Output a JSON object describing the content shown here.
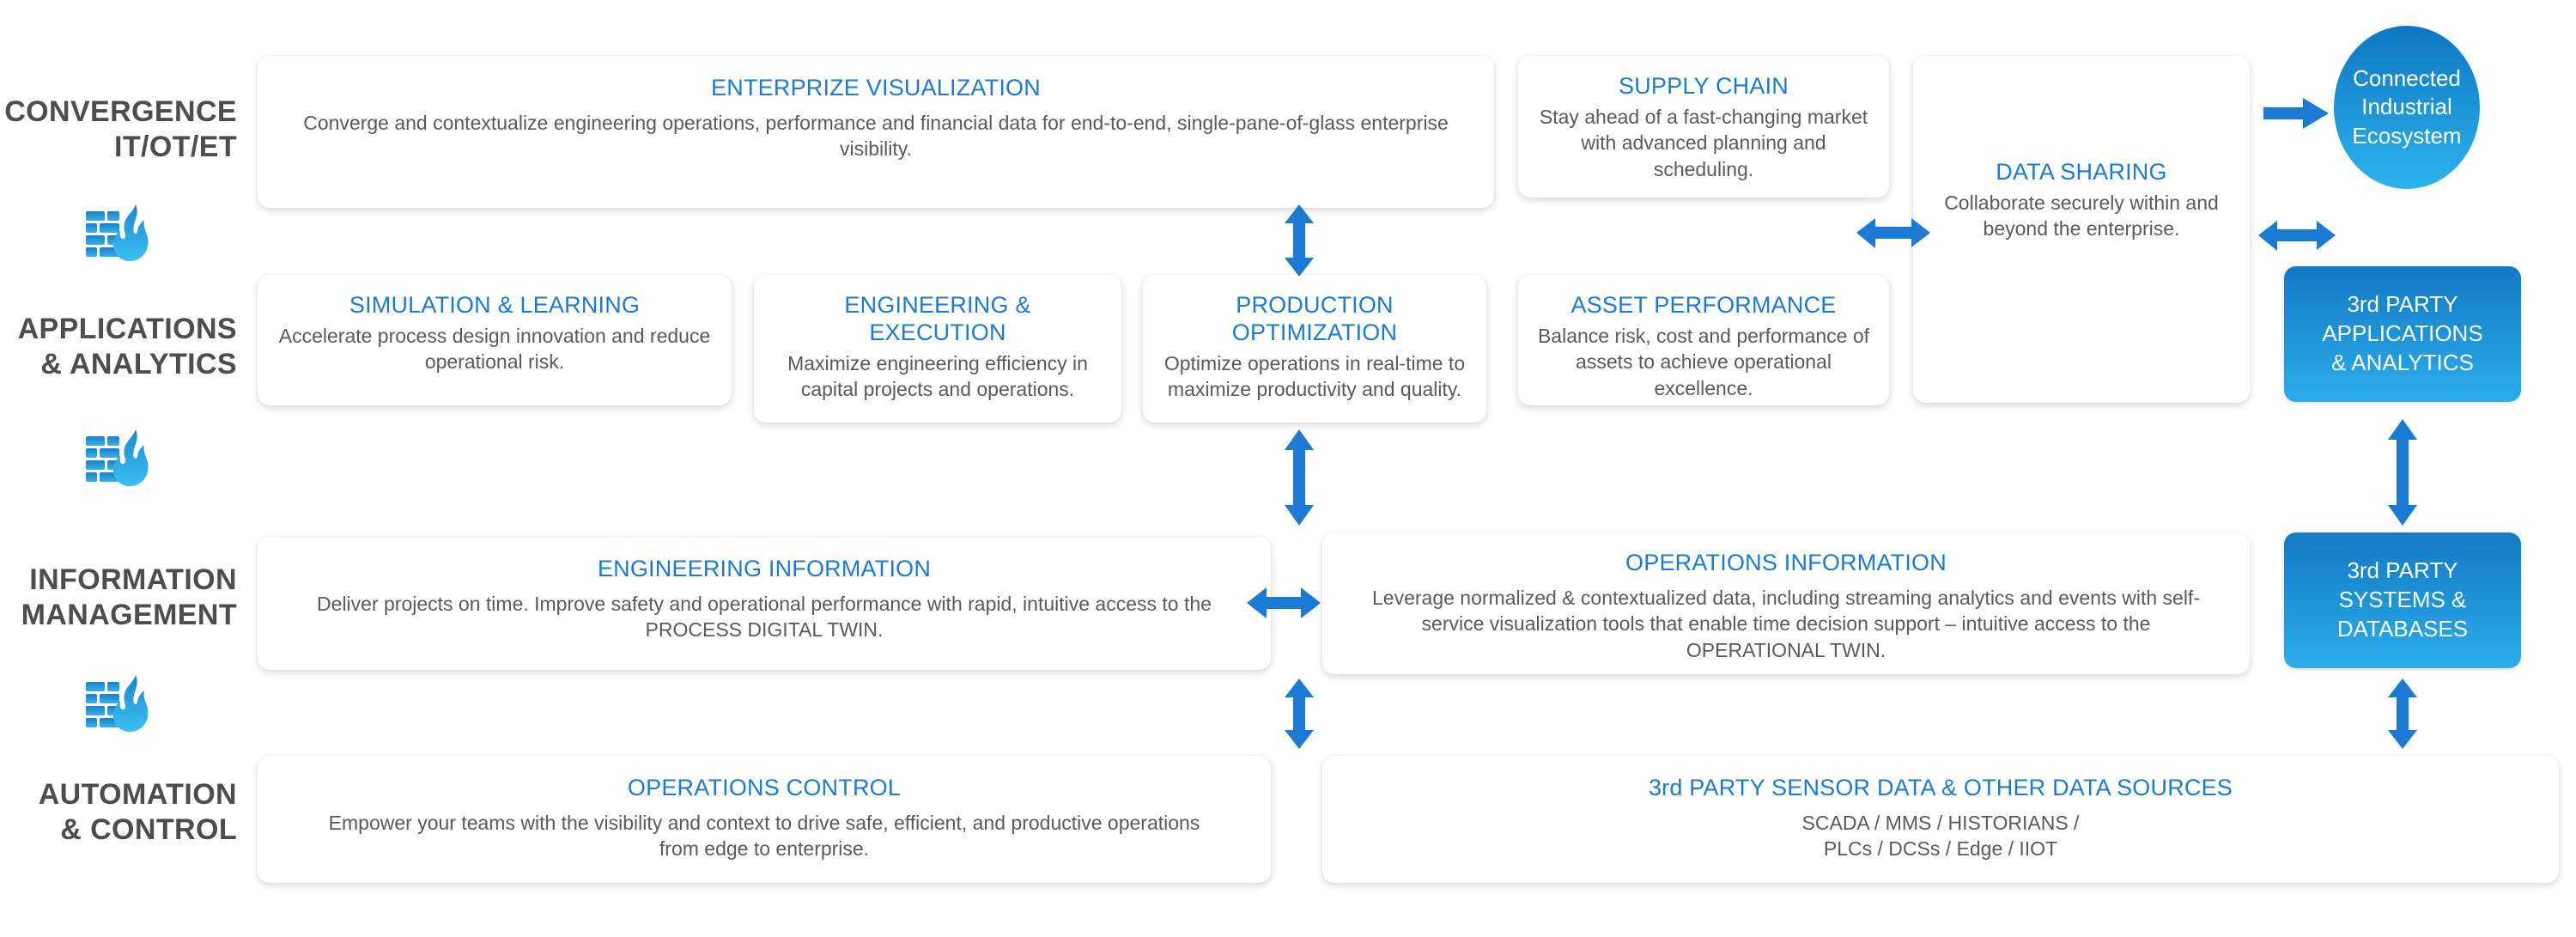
{
  "diagram": {
    "accent_blue": "#1b7ad4",
    "body_gray": "#5a5a5a",
    "rail_gray": "#4d4d4d",
    "gradient_top": "#1379c4",
    "gradient_bottom": "#2badea"
  },
  "rails": [
    {
      "label": "CONVERGENCE\nIT/OT/ET",
      "icon": "firewall-icon"
    },
    {
      "label": "APPLICATIONS\n& ANALYTICS",
      "icon": "firewall-icon"
    },
    {
      "label": "INFORMATION\nMANAGEMENT",
      "icon": "firewall-icon"
    },
    {
      "label": "AUTOMATION\n& CONTROL",
      "icon": null
    }
  ],
  "cards": [
    {
      "id": "enterprize-visualization",
      "title": "ENTERPRIZE VISUALIZATION",
      "body": "Converge and contextualize engineering operations, performance and financial data for end-to-end, single-pane-of-glass enterprise visibility."
    },
    {
      "id": "supply-chain",
      "title": "SUPPLY CHAIN",
      "body": "Stay ahead of a fast-changing market with advanced planning and scheduling."
    },
    {
      "id": "data-sharing",
      "title": "DATA SHARING",
      "body": "Collaborate securely within and beyond the enterprise."
    },
    {
      "id": "simulation-learning",
      "title": "SIMULATION & LEARNING",
      "body": "Accelerate process design innovation and reduce operational risk."
    },
    {
      "id": "engineering-execution",
      "title": "ENGINEERING & EXECUTION",
      "body": "Maximize engineering efficiency in capital projects and operations."
    },
    {
      "id": "production-optimization",
      "title": "PRODUCTION OPTIMIZATION",
      "body": "Optimize operations in real-time to maximize productivity and quality."
    },
    {
      "id": "asset-performance",
      "title": "ASSET PERFORMANCE",
      "body": "Balance risk, cost and performance of assets to achieve operational excellence."
    },
    {
      "id": "engineering-information",
      "title": "ENGINEERING INFORMATION",
      "body": "Deliver projects on time. Improve safety and operational performance with rapid, intuitive access to the PROCESS DIGITAL TWIN."
    },
    {
      "id": "operations-information",
      "title": "OPERATIONS INFORMATION",
      "body": "Leverage normalized & contextualized data, including streaming analytics and events with self-service visualization tools that enable time decision support – intuitive access to the OPERATIONAL TWIN."
    },
    {
      "id": "operations-control",
      "title": "OPERATIONS CONTROL",
      "body": "Empower your teams with the visibility and context to drive safe, efficient, and productive operations from edge to enterprise."
    },
    {
      "id": "third-party-sensor-data",
      "title": "3rd PARTY SENSOR DATA & OTHER DATA SOURCES",
      "body": "SCADA / MMS / HISTORIANS /\nPLCs / DCSs / Edge / IIOT"
    }
  ],
  "ecosystem": {
    "label": "Connected\nIndustrial\nEcosystem"
  },
  "gradient_boxes": [
    {
      "id": "third-party-applications-analytics",
      "label": "3rd PARTY\nAPPLICATIONS\n& ANALYTICS"
    },
    {
      "id": "third-party-systems-databases",
      "label": "3rd PARTY\nSYSTEMS &\nDATABASES"
    }
  ]
}
